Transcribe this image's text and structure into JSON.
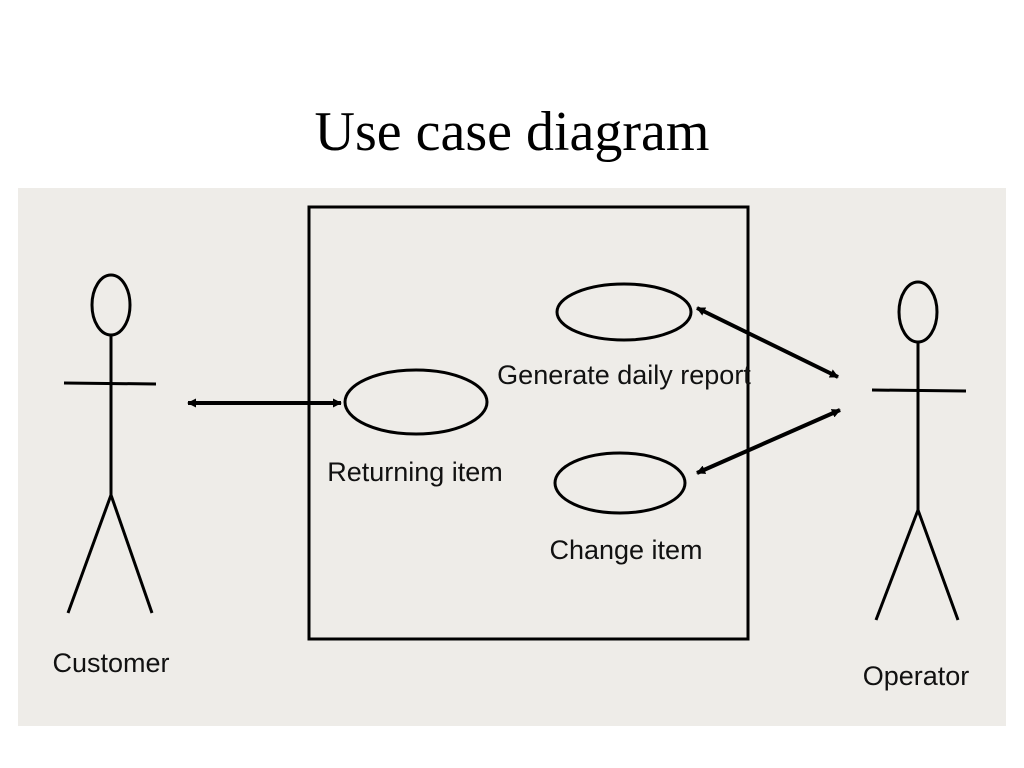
{
  "slide": {
    "title": "Use case diagram"
  },
  "actors": {
    "customer": {
      "name": "Customer"
    },
    "operator": {
      "name": "Operator"
    }
  },
  "use_cases": {
    "returning_item": {
      "label": "Returning item"
    },
    "generate_daily_report": {
      "label": "Generate daily report"
    },
    "change_item": {
      "label": "Change item"
    }
  },
  "associations": [
    {
      "from": "Customer",
      "to": "Returning item",
      "direction": "both"
    },
    {
      "from": "Operator",
      "to": "Generate daily report",
      "direction": "both"
    },
    {
      "from": "Operator",
      "to": "Change item",
      "direction": "both"
    }
  ]
}
